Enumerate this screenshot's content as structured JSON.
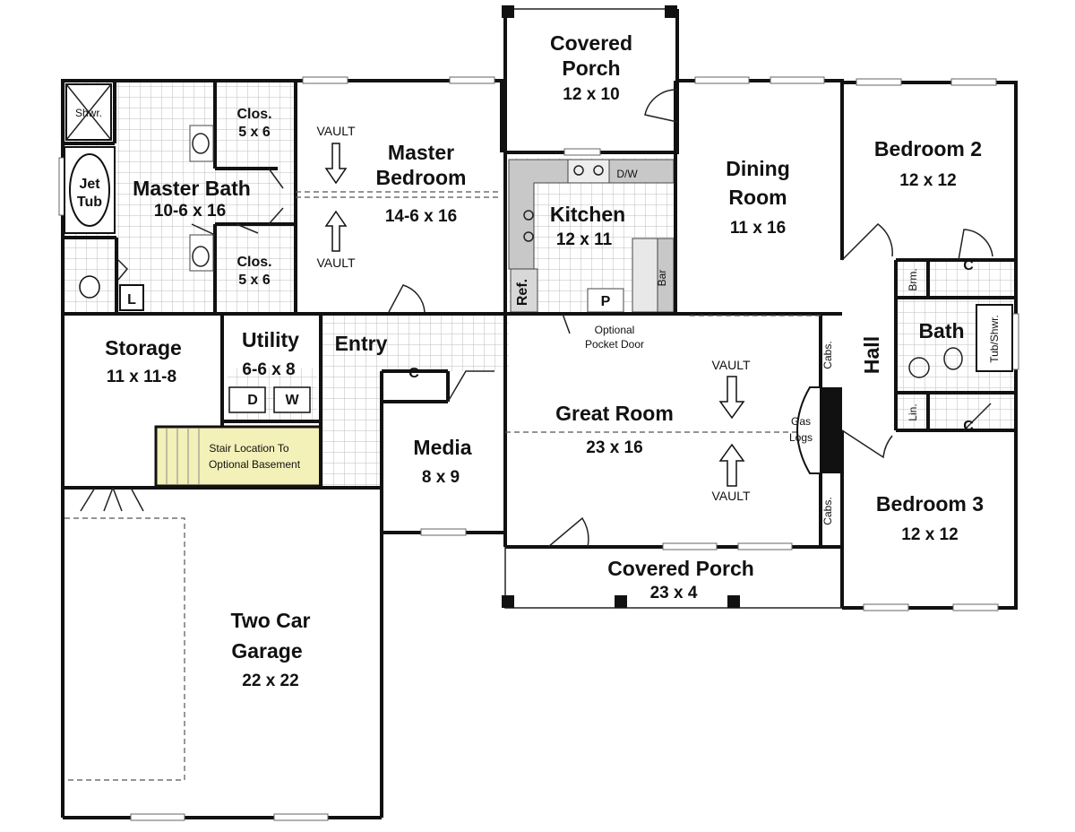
{
  "rooms": {
    "covered_porch_top": {
      "name_line1": "Covered",
      "name_line2": "Porch",
      "dims": "12 x 10"
    },
    "master_bedroom": {
      "name_line1": "Master",
      "name_line2": "Bedroom",
      "dims": "14-6 x 16"
    },
    "master_bath": {
      "name": "Master Bath",
      "dims": "10-6 x 16"
    },
    "closet_upper": {
      "name": "Clos.",
      "dims": "5 x 6"
    },
    "closet_lower": {
      "name": "Clos.",
      "dims": "5 x 6"
    },
    "shower": {
      "name": "Shwr."
    },
    "jet_tub": {
      "line1": "Jet",
      "line2": "Tub"
    },
    "linen_l": {
      "name": "L"
    },
    "kitchen": {
      "name": "Kitchen",
      "dims": "12 x 11"
    },
    "dining_room": {
      "name_line1": "Dining",
      "name_line2": "Room",
      "dims": "11 x 16"
    },
    "bedroom2": {
      "name": "Bedroom 2",
      "dims": "12 x 12"
    },
    "bedroom3": {
      "name": "Bedroom 3",
      "dims": "12 x 12"
    },
    "bath": {
      "name": "Bath"
    },
    "tub_shwr": {
      "name": "Tub/Shwr."
    },
    "hall": {
      "name": "Hall"
    },
    "brm": {
      "name": "Brm."
    },
    "lin": {
      "name": "Lin."
    },
    "closet_c_b2": {
      "name": "C"
    },
    "closet_c_b3": {
      "name": "C"
    },
    "closet_c_entry": {
      "name": "C"
    },
    "storage": {
      "name": "Storage",
      "dims": "11 x 11-8"
    },
    "utility": {
      "name": "Utility",
      "dims": "6-6 x 8"
    },
    "entry": {
      "name": "Entry"
    },
    "media": {
      "name": "Media",
      "dims": "8 x 9"
    },
    "great_room": {
      "name": "Great Room",
      "dims": "23 x 16"
    },
    "covered_porch_bottom": {
      "name": "Covered Porch",
      "dims": "23 x 4"
    },
    "garage": {
      "name_line1": "Two Car",
      "name_line2": "Garage",
      "dims": "22 x 22"
    }
  },
  "fixtures": {
    "ref": "Ref.",
    "pantry": "P",
    "bar": "Bar",
    "dw": "D/W",
    "dryer": "D",
    "washer": "W",
    "cabs_upper": "Cabs.",
    "cabs_lower": "Cabs.",
    "gas_logs_line1": "Gas",
    "gas_logs_line2": "Logs",
    "stair_line1": "Stair Location To",
    "stair_line2": "Optional Basement",
    "pocket_door_line1": "Optional",
    "pocket_door_line2": "Pocket Door"
  },
  "annotations": {
    "vault": "VAULT"
  },
  "colors": {
    "wall": "#111111",
    "tile_grid": "#bbbbbb",
    "counter": "#c8c8c8",
    "stair_fill": "#f3f0b8"
  }
}
